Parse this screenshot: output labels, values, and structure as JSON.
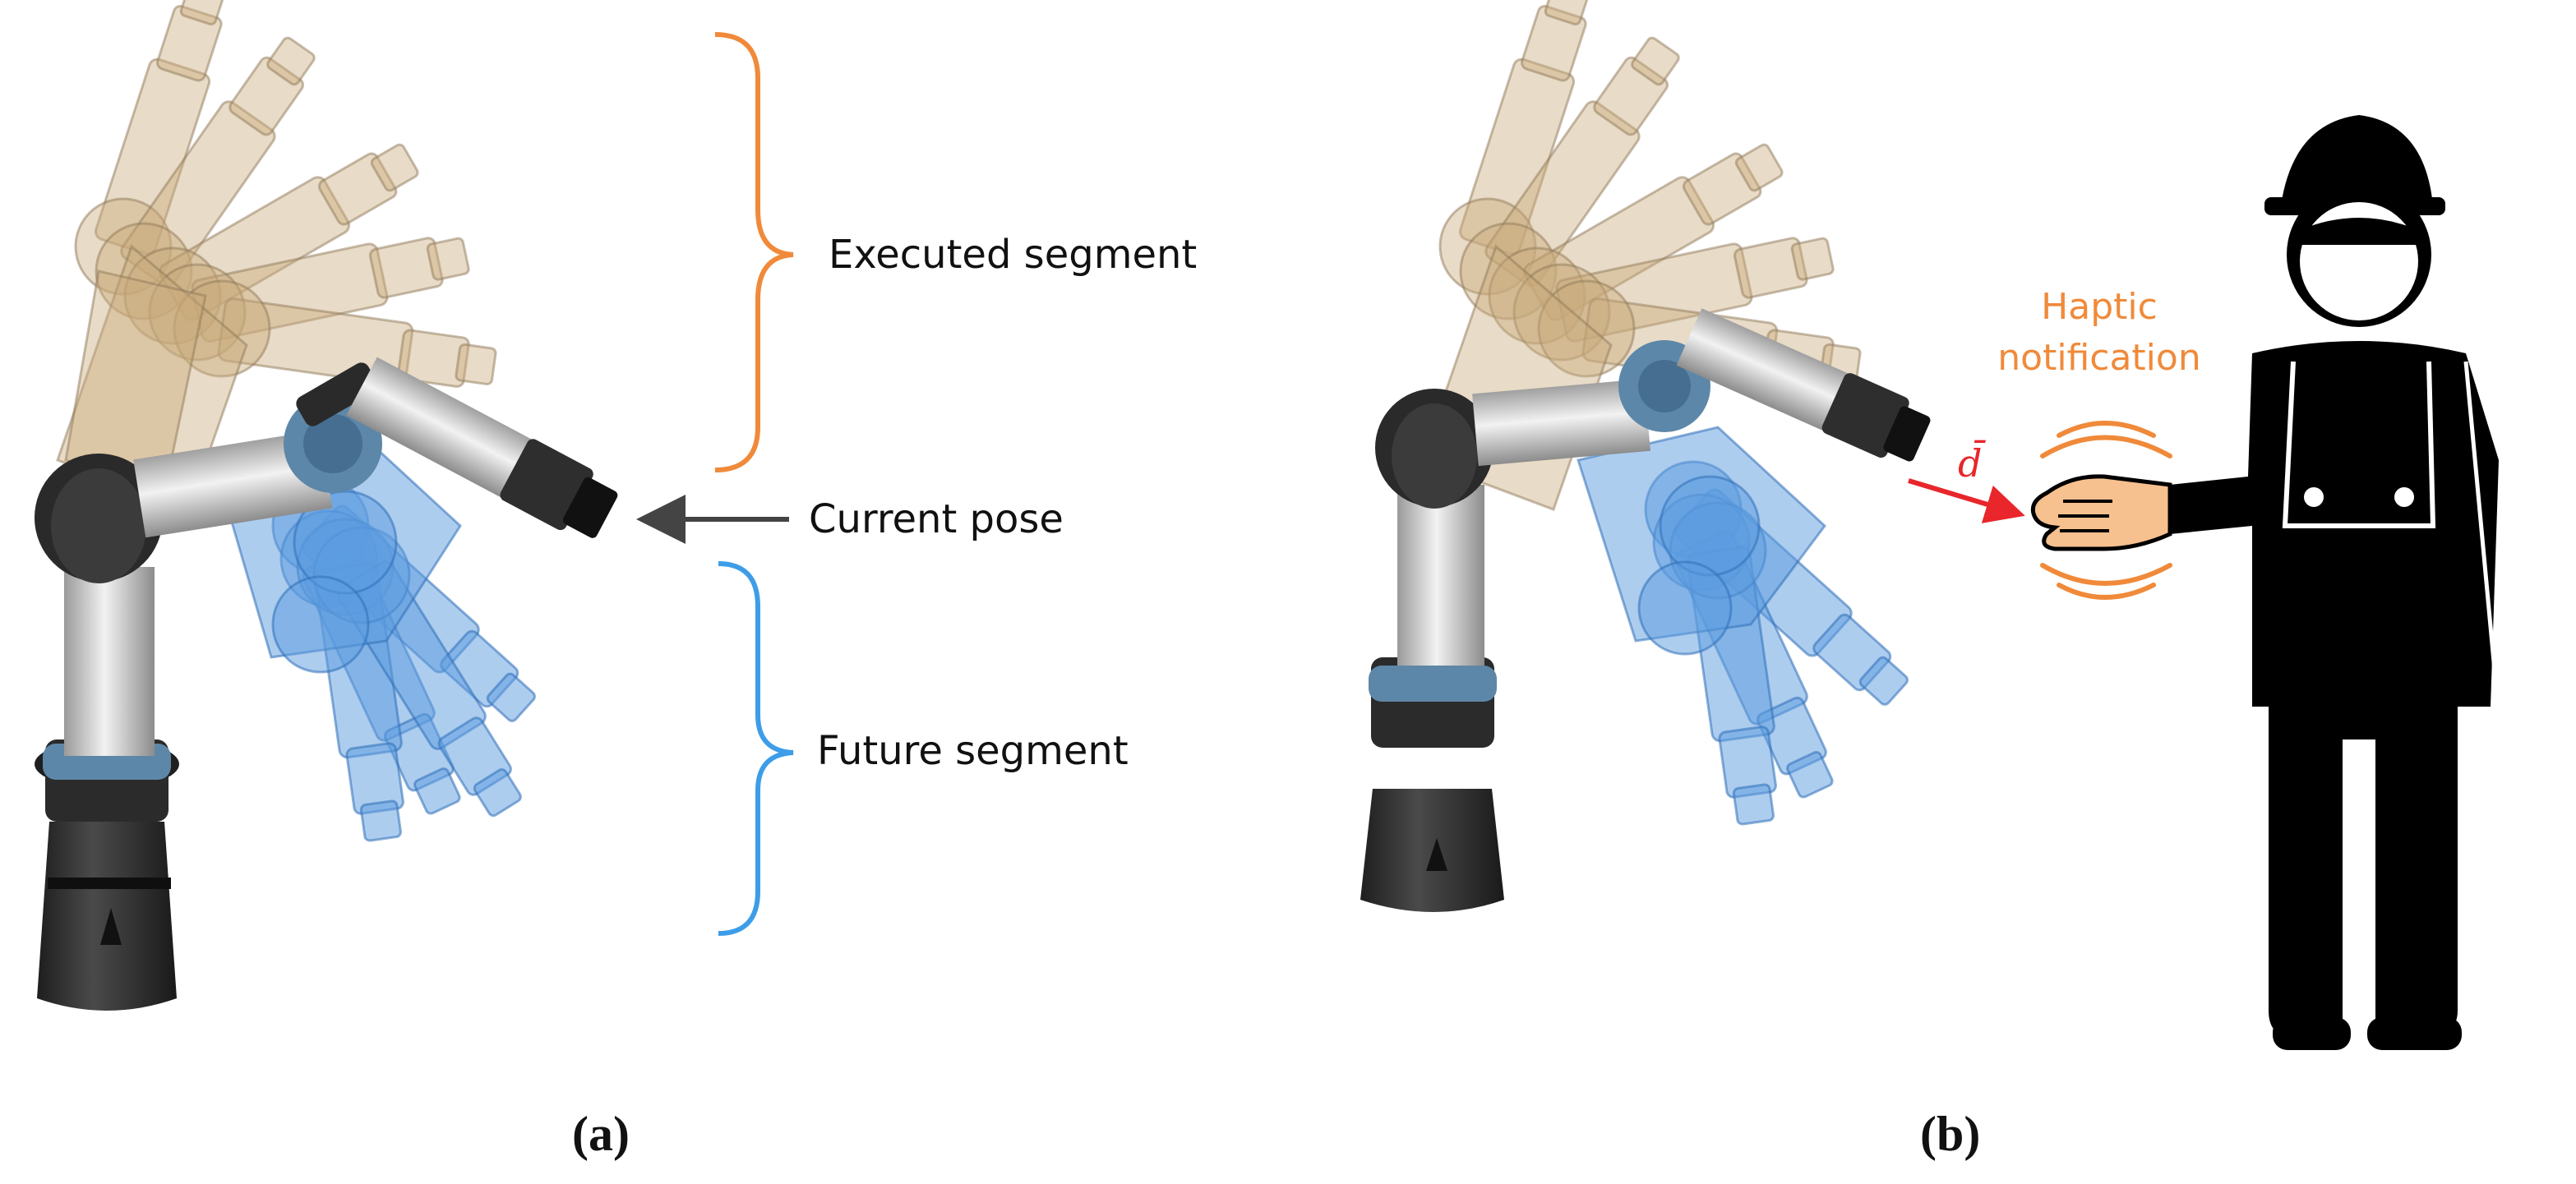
{
  "panel_a": {
    "executed_label": "Executed segment",
    "current_label": "Current pose",
    "future_label": "Future segment",
    "caption": "(a)"
  },
  "panel_b": {
    "haptic_line1": "Haptic",
    "haptic_line2": "notification",
    "distance_label": "d̄",
    "caption": "(b)"
  },
  "colors": {
    "executed": "#f08a3a",
    "future": "#3d9de8",
    "arrow": "#444444",
    "distance": "#e8262b",
    "haptic": "#f08a3a",
    "ghost_past": "#c9a97a",
    "ghost_future": "#5b9be0",
    "robot_dark": "#2a2a2a",
    "robot_light": "#cfcfcf",
    "skin": "#f7c08f",
    "worker": "#000000"
  }
}
